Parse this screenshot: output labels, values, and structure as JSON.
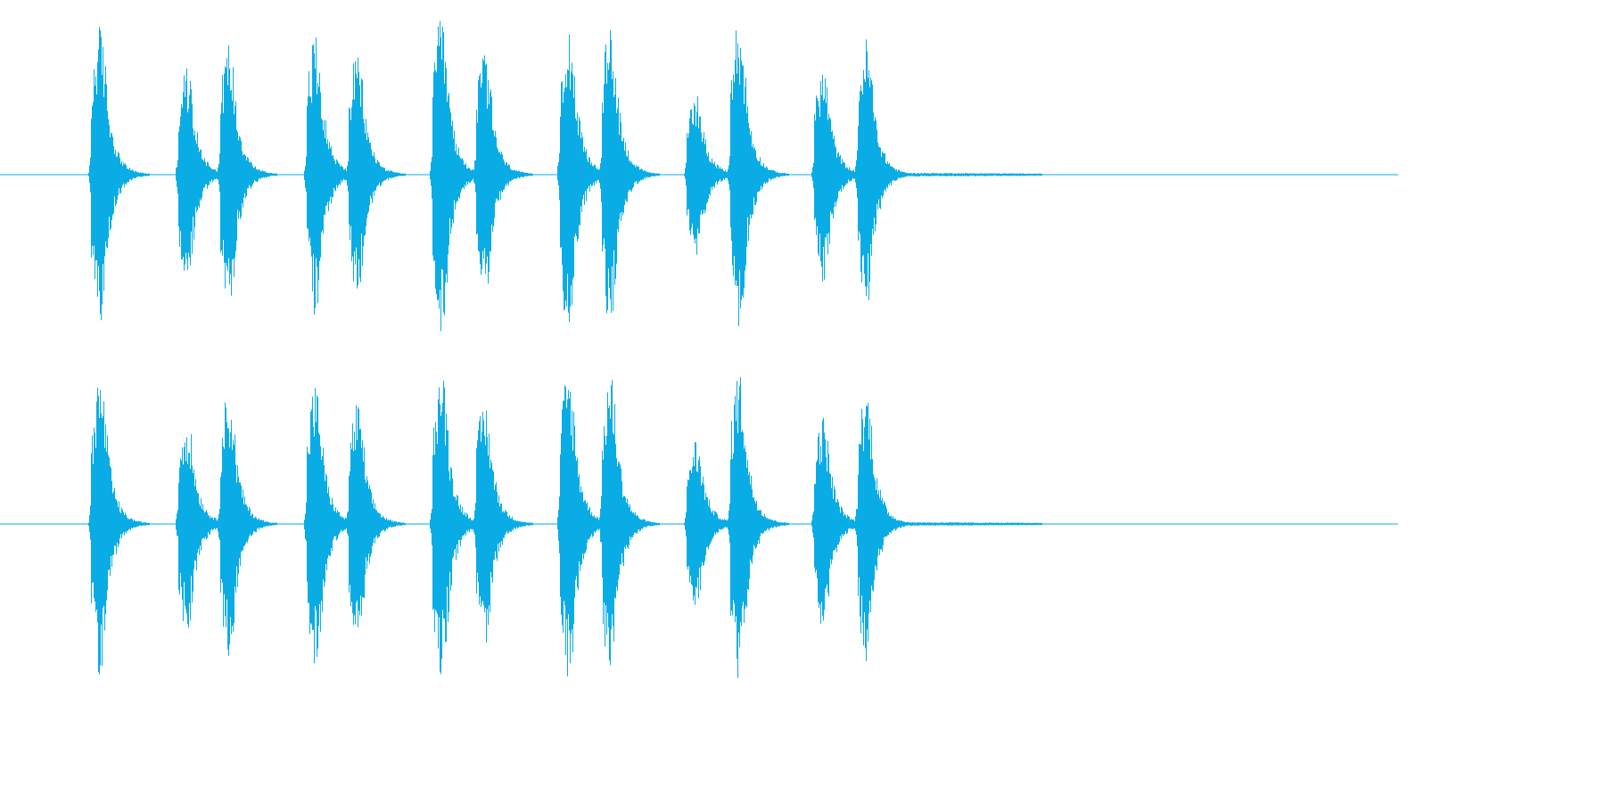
{
  "waveform": {
    "color": "#0aace6",
    "background": "#ffffff",
    "channels": [
      {
        "name": "channel-1"
      },
      {
        "name": "channel-2"
      }
    ],
    "hits": [
      {
        "onset": 0.065,
        "peak": 0.96
      },
      {
        "onset": 0.127,
        "peak": 0.7
      },
      {
        "onset": 0.157,
        "peak": 0.86
      },
      {
        "onset": 0.219,
        "peak": 0.9
      },
      {
        "onset": 0.249,
        "peak": 0.78
      },
      {
        "onset": 0.309,
        "peak": 1.0
      },
      {
        "onset": 0.34,
        "peak": 0.8
      },
      {
        "onset": 0.4,
        "peak": 1.0
      },
      {
        "onset": 0.43,
        "peak": 0.97
      },
      {
        "onset": 0.491,
        "peak": 0.55
      },
      {
        "onset": 0.522,
        "peak": 1.0
      },
      {
        "onset": 0.582,
        "peak": 0.7
      },
      {
        "onset": 0.613,
        "peak": 0.88
      }
    ]
  }
}
